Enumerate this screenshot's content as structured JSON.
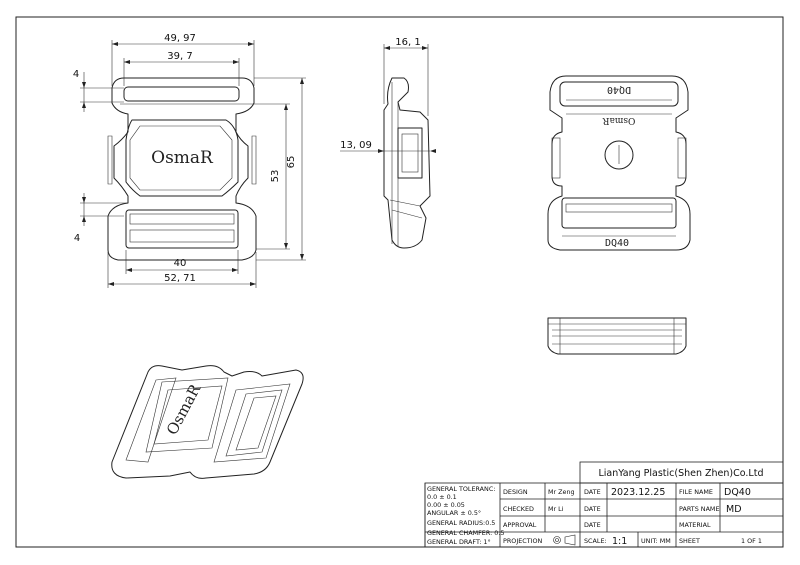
{
  "dimensions": {
    "overall_top_width": "49, 97",
    "slot_width_top": "39, 7",
    "thickness": "16, 1",
    "top_tab": "4",
    "bottom_tab": "4",
    "height_inner": "53",
    "height_overall": "65",
    "side_depth": "13, 09",
    "slot_width_bottom": "40",
    "overall_bottom_width": "52, 71"
  },
  "part_markings": {
    "logo": "OsmaR",
    "code_top_inverted": "DQ40",
    "code_bottom": "DQ40",
    "logo_back": "OsmaR"
  },
  "title_block": {
    "company": "LianYang Plastic(Shen Zhen)Co.Ltd",
    "tolerance_header": "GENERAL TOLERANC:",
    "tol_line1": "0.0    ±  0.1",
    "tol_line2": "0.00   ±  0.05",
    "tol_line3": "ANGULAR  ±  0.5°",
    "radius": "GENERAL RADIUS:0.5",
    "chamfer": "GENERAL CHAMFER: 0.5",
    "draft": "GENERAL DRAFT: 1°",
    "design_label": "DESIGN",
    "design_value": "Mr Zeng",
    "checked_label": "CHECKED",
    "checked_value": "Mr Li",
    "approval_label": "APPROVAL",
    "projection_label": "PROJECTION",
    "date_label_1": "DATE",
    "date_value": "2023.12.25",
    "date_label_2": "DATE",
    "date_label_3": "DATE",
    "scale_label": "SCALE:",
    "scale_value": "1:1",
    "unit_label": "UNIT: MM",
    "file_name_label": "FILE NAME",
    "file_name_value": "DQ40",
    "parts_name_label": "PARTS NAME",
    "parts_name_value": "MD",
    "material_label": "MATERIAL",
    "sheet_label": "SHEET",
    "sheet_value": "1  OF  1"
  }
}
